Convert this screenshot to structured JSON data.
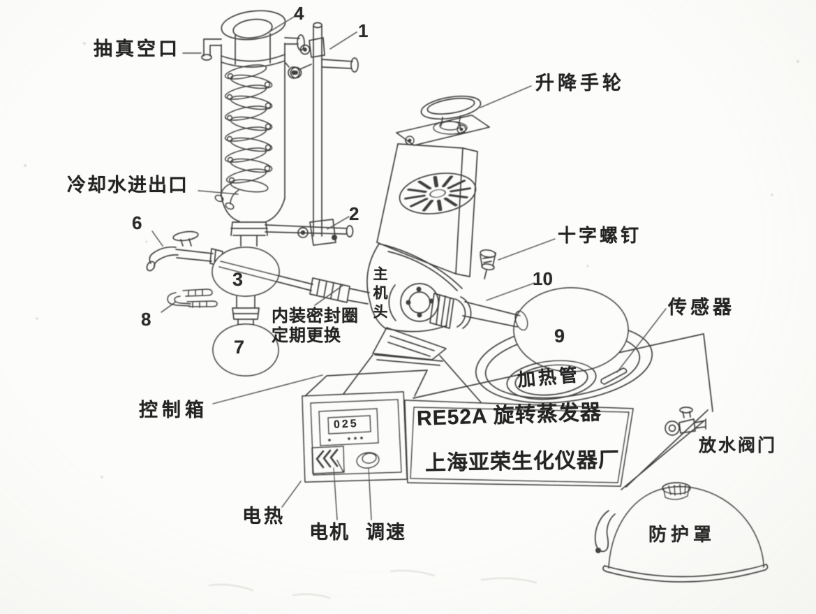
{
  "diagram": {
    "device_title": "RE52A 旋转蒸发器",
    "manufacturer": "上海亚荣生化仪器厂",
    "display_value": "025",
    "labels": {
      "vacuum_port": "抽真空口",
      "cooling_water_port": "冷却水进出口",
      "lift_handwheel": "升降手轮",
      "cross_screw": "十字螺钉",
      "sensor": "传感器",
      "heating_tube": "加热管",
      "main_head": "主机头",
      "seal_note_line1": "内装密封圈",
      "seal_note_line2": "定期更换",
      "control_box": "控制箱",
      "electric_heat": "电热",
      "motor": "电机",
      "speed_control": "调速",
      "drain_valve": "放水阀门",
      "protective_cover": "防护罩"
    },
    "part_numbers": {
      "n1": "1",
      "n2": "2",
      "n3": "3",
      "n4": "4",
      "n6": "6",
      "n7": "7",
      "n8": "8",
      "n9": "9",
      "n10": "10"
    },
    "ink_color": "#3f3f3f",
    "paper_color": "#fcfcfa"
  }
}
